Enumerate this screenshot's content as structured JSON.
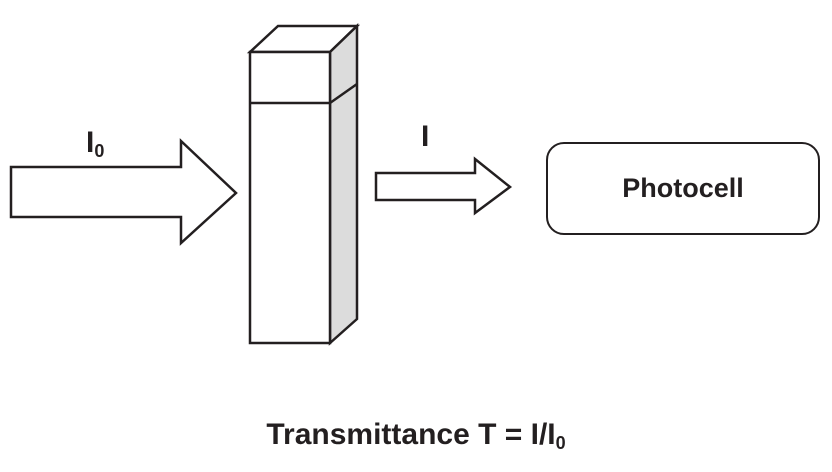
{
  "incident": {
    "symbol": "I",
    "subscript": "0"
  },
  "transmitted": {
    "symbol": "I"
  },
  "detector": {
    "label": "Photocell"
  },
  "formula": {
    "prefix": "Transmittance T = I/I",
    "subscript": "0"
  }
}
